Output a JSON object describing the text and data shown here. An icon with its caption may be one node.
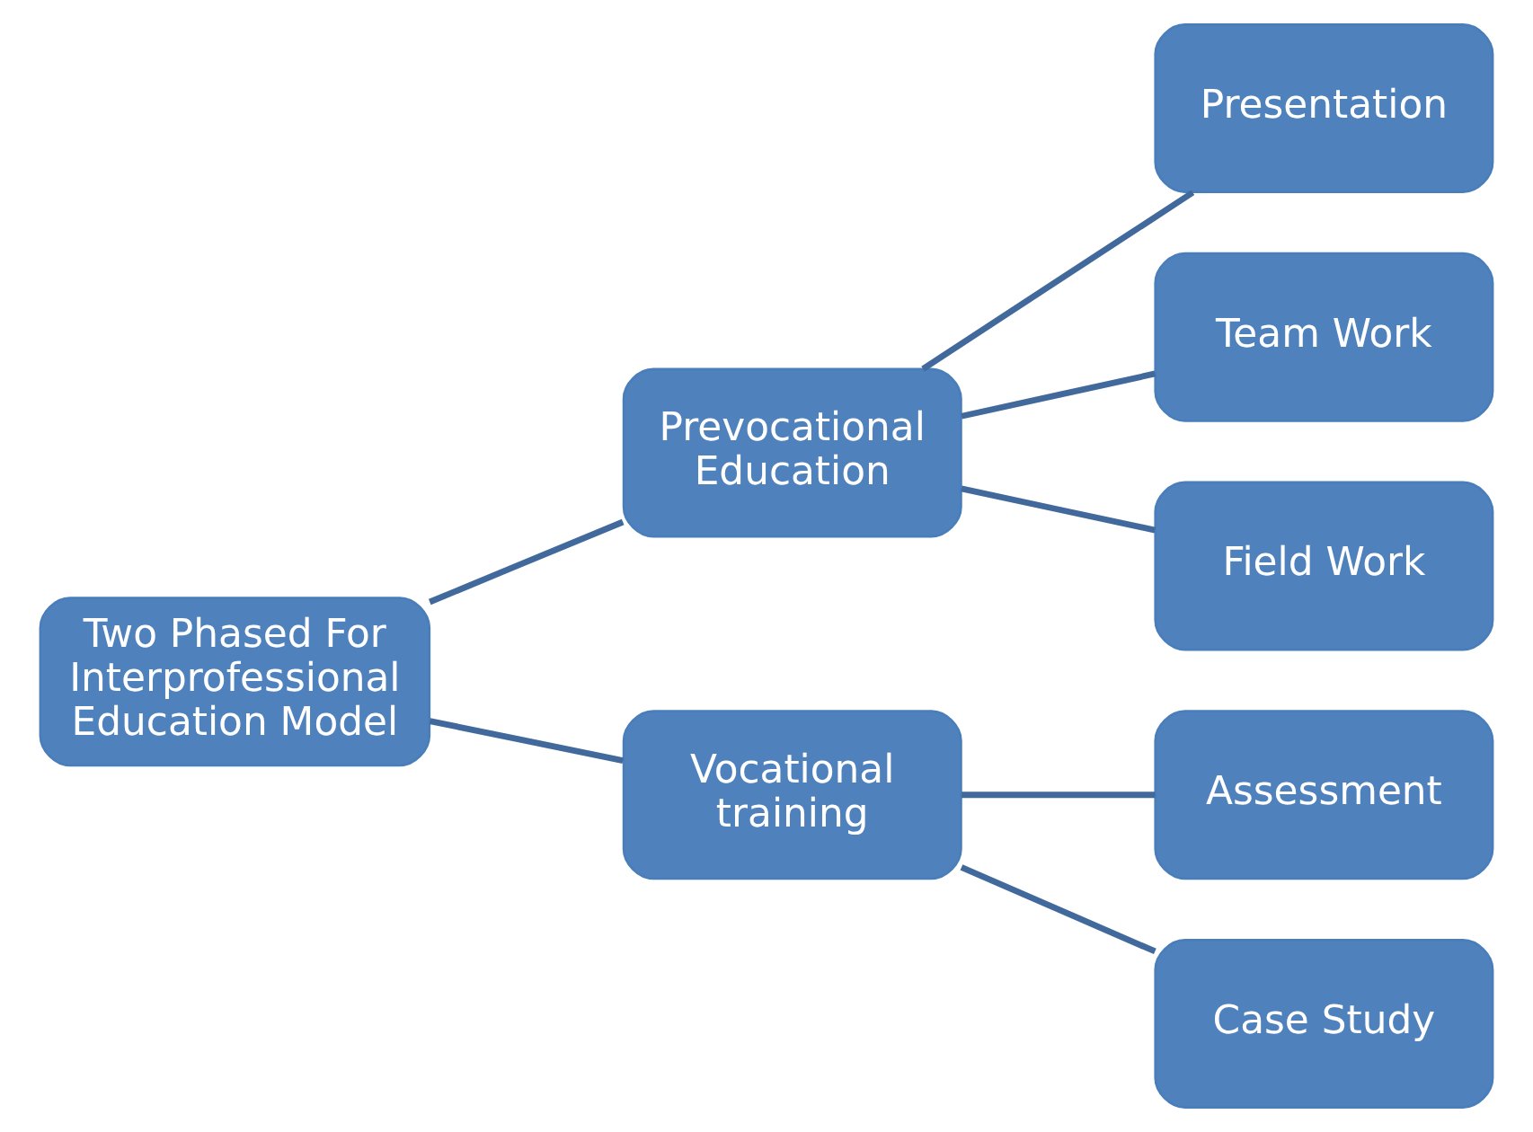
{
  "diagram": {
    "nodes": [
      {
        "text": [
          "Two Phased For Interprofessional Education Model"
        ]
      },
      {
        "text": [
          "Prevocational Education"
        ]
      },
      {
        "text": [
          "Vocational training"
        ]
      },
      {
        "text": [
          "Presentation"
        ]
      },
      {
        "text": [
          "Team Work"
        ]
      },
      {
        "text": [
          "Field Work"
        ]
      },
      {
        "text": [
          "Assessment"
        ]
      },
      {
        "text": [
          "Case Study"
        ]
      }
    ],
    "edges": [
      {
        "from": 0,
        "to": 1,
        "arrow": "none"
      },
      {
        "from": 0,
        "to": 2,
        "arrow": "none"
      },
      {
        "from": 1,
        "to": 3,
        "arrow": "none"
      },
      {
        "from": 1,
        "to": 4,
        "arrow": "none"
      },
      {
        "from": 1,
        "to": 5,
        "arrow": "none"
      },
      {
        "from": 2,
        "to": 6,
        "arrow": "none"
      },
      {
        "from": 2,
        "to": 7,
        "arrow": "none"
      }
    ]
  }
}
